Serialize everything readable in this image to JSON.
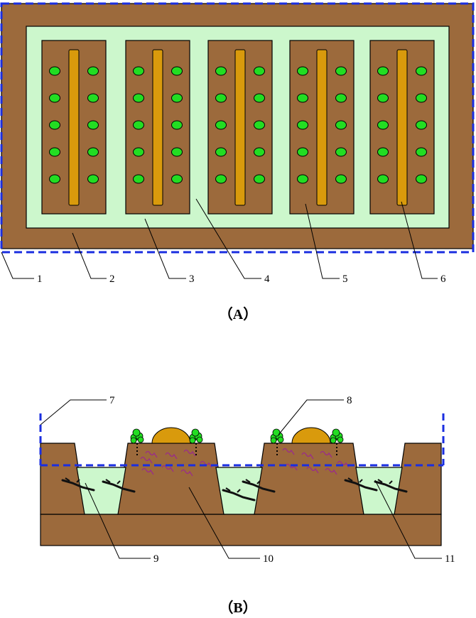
{
  "panel_a": {
    "caption": "（A）",
    "callouts": [
      "1",
      "2",
      "3",
      "4",
      "5",
      "6"
    ],
    "beds": 5,
    "dots_per_column": 5
  },
  "panel_b": {
    "caption": "（B）",
    "callouts": [
      "7",
      "8",
      "9",
      "10",
      "11"
    ]
  },
  "colors": {
    "soil": "#9c6a3c",
    "ditch_water": "#ccf7cc",
    "boundary": "#1a2ee0",
    "plant": "#22dd22",
    "pipe": "#d99a0c",
    "worm": "#9a2c8a"
  }
}
